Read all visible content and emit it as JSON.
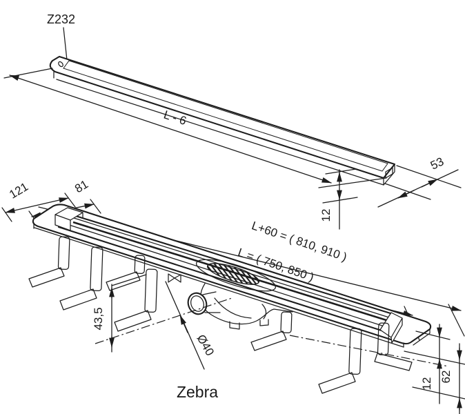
{
  "diagram": {
    "part_label": "Z232",
    "product_label": "Zebra",
    "grate_view": {
      "length_dim": "L - 6",
      "width_dim": "53",
      "thickness_dim": "12"
    },
    "body_view": {
      "flange_width_dim": "121",
      "trough_width_dim": "81",
      "overall_length_dim": "L+60 = ( 810, 910 )",
      "trough_length_dim": "L = ( 750, 850 )",
      "outlet_height_dim": "43,5",
      "outlet_diameter_dim": "Ø40",
      "flange_thickness_dim": "12",
      "body_depth_dim": "62"
    }
  }
}
